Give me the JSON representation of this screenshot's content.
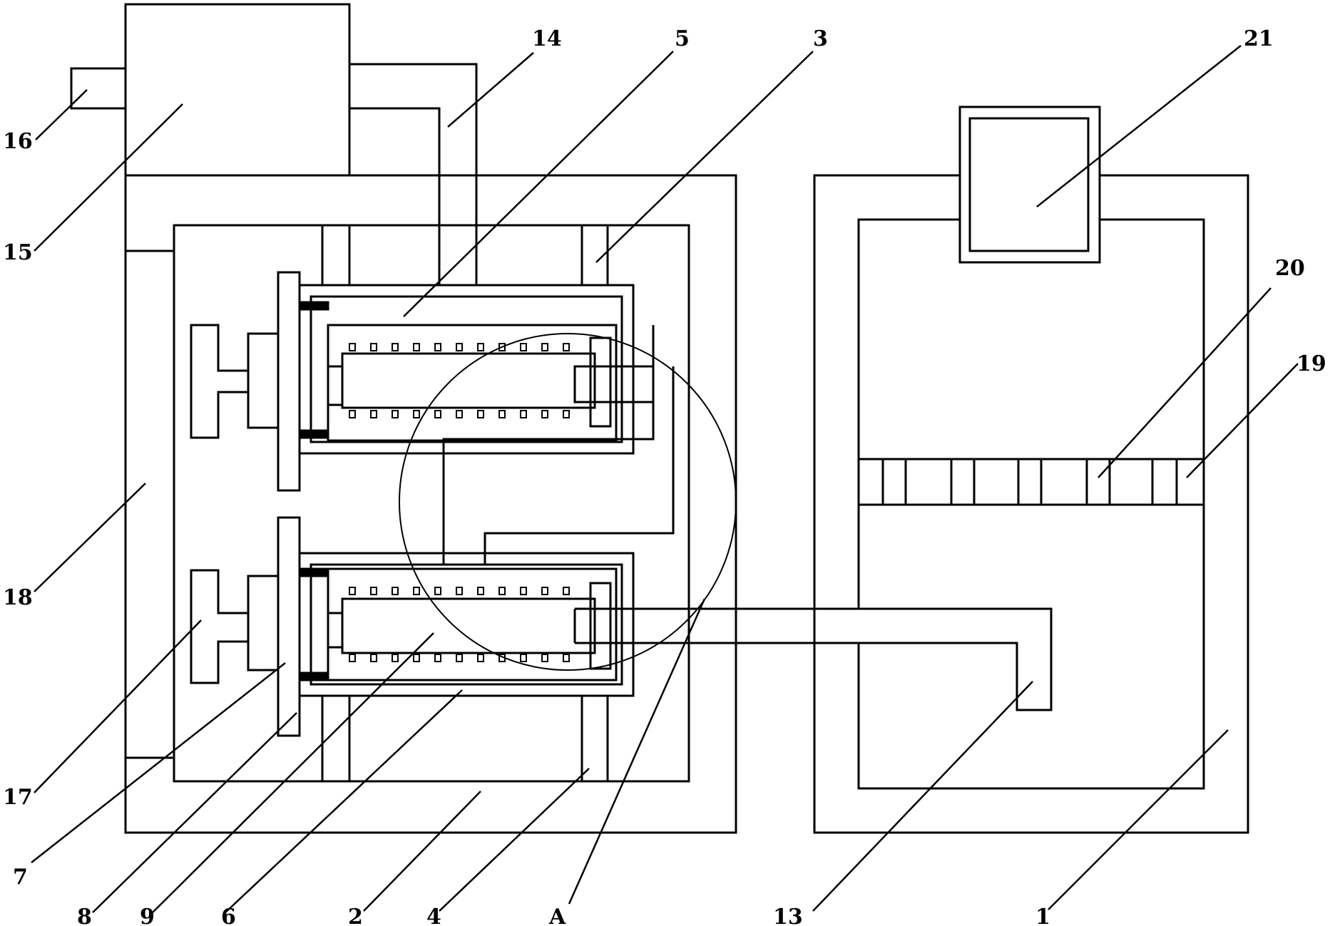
{
  "labels": {
    "n1": "1",
    "n2": "2",
    "n3": "3",
    "n4": "4",
    "n5": "5",
    "n6": "6",
    "n7": "7",
    "n8": "8",
    "n9": "9",
    "n13": "13",
    "n14": "14",
    "n15": "15",
    "n16": "16",
    "n17": "17",
    "n18": "18",
    "n19": "19",
    "n20": "20",
    "n21": "21",
    "nA": "A"
  }
}
